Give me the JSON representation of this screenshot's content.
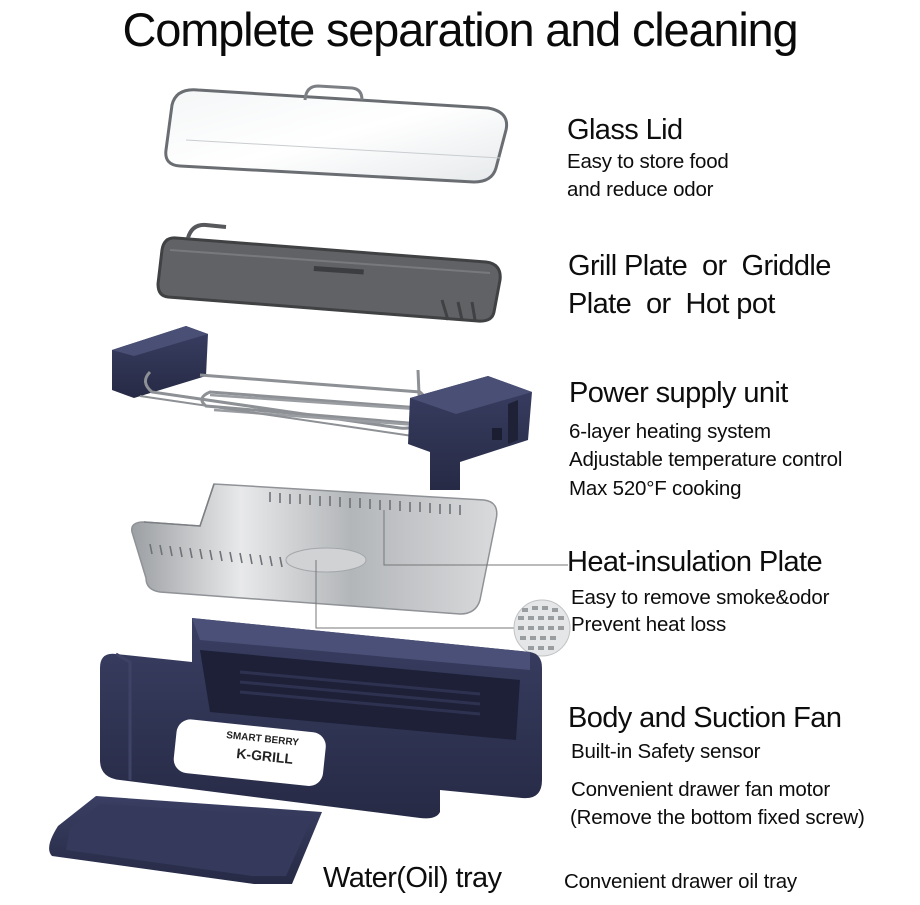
{
  "title": "Complete separation and cleaning",
  "components": [
    {
      "heading": "Glass Lid",
      "details": [
        "Easy to store food",
        "and reduce odor"
      ]
    },
    {
      "heading_lines": [
        "Grill Plate  or  Griddle",
        "Plate  or  Hot pot"
      ]
    },
    {
      "heading": "Power supply unit",
      "details": [
        "6-layer heating system",
        "Adjustable temperature control",
        "Max 520°F cooking"
      ]
    },
    {
      "heading": "Heat-insulation Plate",
      "details": [
        "Easy to remove smoke&odor",
        "Prevent heat loss"
      ]
    },
    {
      "heading": "Body and Suction Fan",
      "details": [
        "Built-in Safety sensor",
        "Convenient drawer fan motor",
        "(Remove the bottom fixed screw)"
      ]
    }
  ],
  "body_badge": {
    "brand": "SMART BERRY",
    "model": "K-GRILL"
  },
  "footer": {
    "tray_label": "Water(Oil) tray",
    "tray_note": "Convenient drawer oil tray"
  },
  "colors": {
    "navy": "#2f3352",
    "grey_plate": "#5d5f62",
    "steel": "#c8cacd",
    "text": "#0d0d0d"
  }
}
